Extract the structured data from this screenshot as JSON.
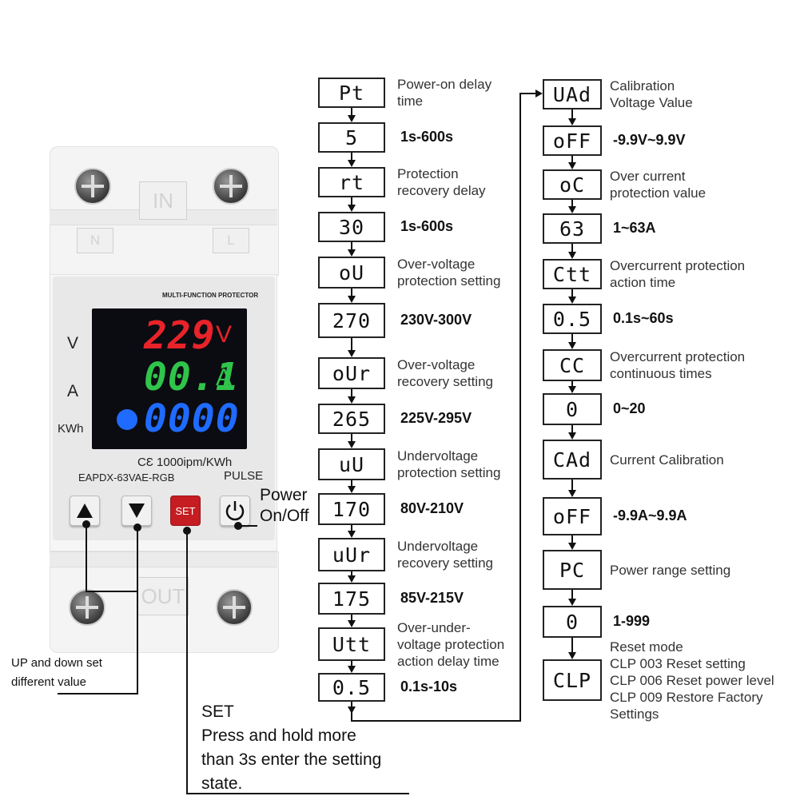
{
  "device": {
    "panel_title": "MULTI-FUNCTION PROTECTOR",
    "label_v": "V",
    "label_a": "A",
    "label_kwh": "KWh",
    "lcd_voltage": "229",
    "lcd_voltage_unit": "V",
    "lcd_current": "00.1",
    "lcd_current_unit": "A",
    "lcd_energy": "0000",
    "cert": "CƐ 1000ipm/KWh",
    "model": "EAPDX-63VAE-RGB",
    "pulse": "PULSE",
    "set_key": "SET",
    "terminal_in": "IN",
    "terminal_out": "OUT",
    "terminal_n": "N",
    "terminal_l": "L",
    "lcd_colors": {
      "voltage": "#e8232a",
      "current": "#2fc44a",
      "energy": "#1f6bff"
    }
  },
  "callouts": {
    "power": "Power\nOn/Off",
    "updown": "UP and down set\ndifferent value",
    "set": "SET\nPress and hold more\nthan 3s enter the setting\nstate."
  },
  "left_column": [
    {
      "code": "Pt",
      "desc": "Power-on delay\ntime"
    },
    {
      "code": "5",
      "value": "1s-600s"
    },
    {
      "code": "rt",
      "desc": "Protection\nrecovery delay"
    },
    {
      "code": "30",
      "value": "1s-600s"
    },
    {
      "code": "oU",
      "desc": "Over-voltage\nprotection setting"
    },
    {
      "code": "270",
      "value": "230V-300V"
    },
    {
      "code": "oUr",
      "desc": "Over-voltage\nrecovery setting"
    },
    {
      "code": "265",
      "value": "225V-295V"
    },
    {
      "code": "uU",
      "desc": "Undervoltage\nprotection setting"
    },
    {
      "code": "170",
      "value": "80V-210V"
    },
    {
      "code": "uUr",
      "desc": "Undervoltage\nrecovery setting"
    },
    {
      "code": "175",
      "value": "85V-215V"
    },
    {
      "code": "Utt",
      "desc": "Over-under-\nvoltage protection\naction delay time"
    },
    {
      "code": "0.5",
      "value": "0.1s-10s"
    }
  ],
  "right_column": [
    {
      "code": "UAd",
      "desc": "Calibration\nVoltage Value"
    },
    {
      "code": "oFF",
      "value": "-9.9V~9.9V"
    },
    {
      "code": "oC",
      "desc": "Over current\nprotection value"
    },
    {
      "code": "63",
      "value": "1~63A"
    },
    {
      "code": "Ctt",
      "desc": "Overcurrent protection\naction time"
    },
    {
      "code": "0.5",
      "value": "0.1s~60s"
    },
    {
      "code": "CC",
      "desc": "Overcurrent protection\ncontinuous times"
    },
    {
      "code": "0",
      "value": "0~20"
    },
    {
      "code": "CAd",
      "desc": "Current Calibration"
    },
    {
      "code": "oFF",
      "value": "-9.9A~9.9A"
    },
    {
      "code": "PC",
      "desc": "Power range setting"
    },
    {
      "code": "0",
      "value": "1-999"
    },
    {
      "code": "CLP",
      "desc": "Reset mode\nCLP 003 Reset setting\nCLP 006 Reset power level\nCLP 009 Restore Factory\nSettings"
    }
  ]
}
